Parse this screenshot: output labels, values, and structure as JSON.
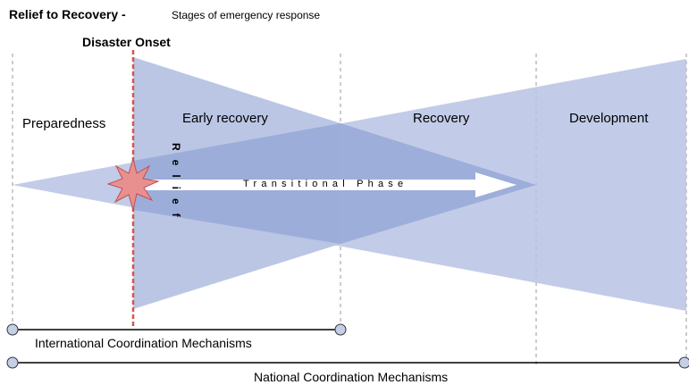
{
  "title": {
    "main": "Relief to Recovery -",
    "subtitle": "Stages of emergency response"
  },
  "onset_label": "Disaster Onset",
  "phases": {
    "preparedness": "Preparedness",
    "early_recovery": "Early recovery",
    "recovery": "Recovery",
    "development": "Development"
  },
  "relief_label": "Relief",
  "transitional_label": "Transitional Phase",
  "mechanisms": {
    "international": "International Coordination Mechanisms",
    "national": "National Coordination Mechanisms"
  },
  "colors": {
    "band": "#b7c3e4",
    "band_overlap": "#9aabd8",
    "onset_line": "#d9534f",
    "star_fill": "#e89090",
    "star_stroke": "#c05050",
    "node_fill": "#c5cfe8",
    "node_stroke": "#333333",
    "guide": "#888888"
  }
}
